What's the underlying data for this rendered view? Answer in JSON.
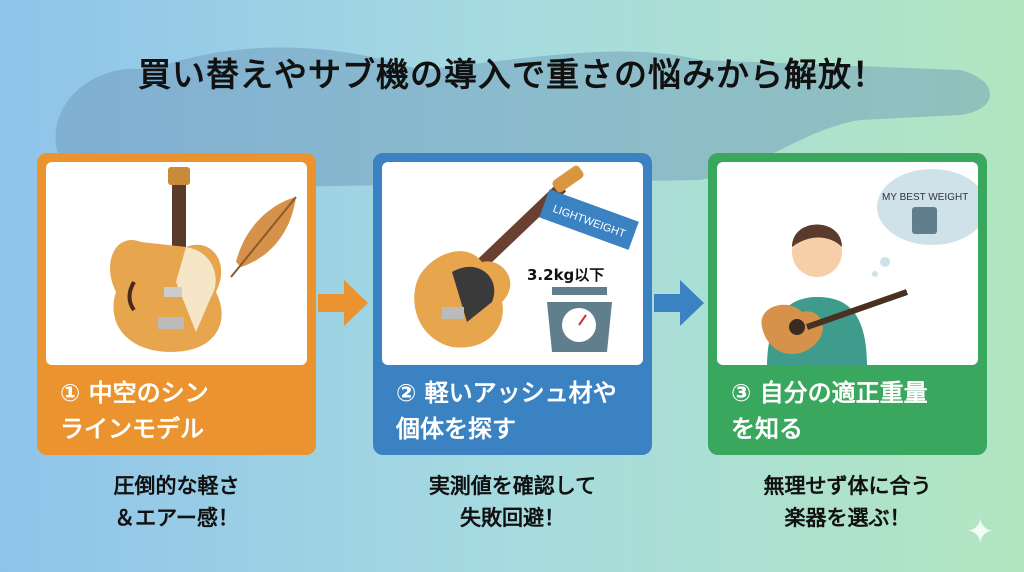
{
  "title": "買い替えやサブ機の導入で重さの悩みから解放！",
  "cards": [
    {
      "label_line1": "① 中空のシン",
      "label_line2": "ラインモデル",
      "caption_line1": "圧倒的な軽さ",
      "caption_line2": "＆エアー感！",
      "color": "#ea932f"
    },
    {
      "label_line1": "② 軽いアッシュ材や",
      "label_line2": "個体を探す",
      "caption_line1": "実測値を確認して",
      "caption_line2": "失敗回避！",
      "tag": "LIGHTWEIGHT",
      "weight": "3.2kg以下",
      "color": "#3a82c2"
    },
    {
      "label_line1": "③ 自分の適正重量",
      "label_line2": "を知る",
      "caption_line1": "無理せず体に合う",
      "caption_line2": "楽器を選ぶ！",
      "bubble": "MY BEST WEIGHT",
      "color": "#3aa75e"
    }
  ],
  "arrows": [
    {
      "color": "#ea932f"
    },
    {
      "color": "#3a82c2"
    }
  ]
}
